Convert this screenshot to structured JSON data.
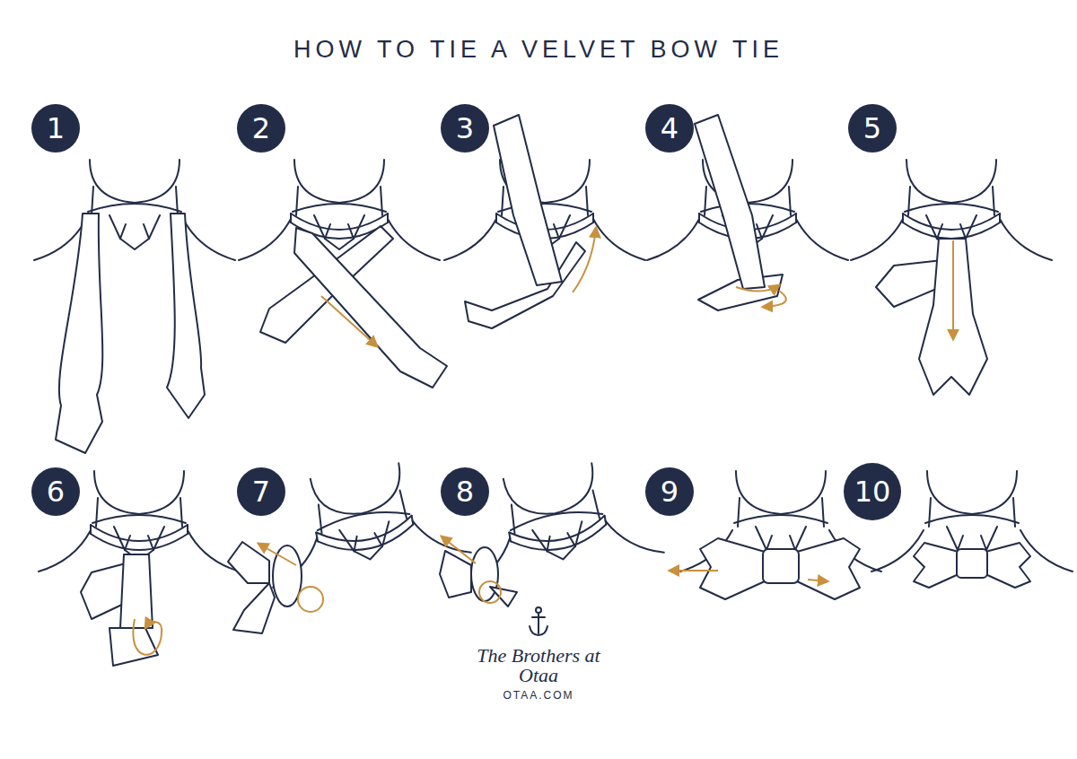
{
  "diagram": {
    "title": "HOW TO TIE A VELVET BOW TIE",
    "nodes": [
      {
        "text": [
          "1"
        ]
      },
      {
        "text": [
          "2"
        ]
      },
      {
        "text": [
          "3"
        ]
      },
      {
        "text": [
          "4"
        ]
      },
      {
        "text": [
          "5"
        ]
      },
      {
        "text": [
          "6"
        ]
      },
      {
        "text": [
          "7"
        ]
      },
      {
        "text": [
          "8"
        ]
      },
      {
        "text": [
          "9"
        ]
      },
      {
        "text": [
          "10"
        ]
      }
    ],
    "edges": [],
    "labels": [
      "The Brothers at Otaa",
      "OTAA.COM"
    ]
  }
}
